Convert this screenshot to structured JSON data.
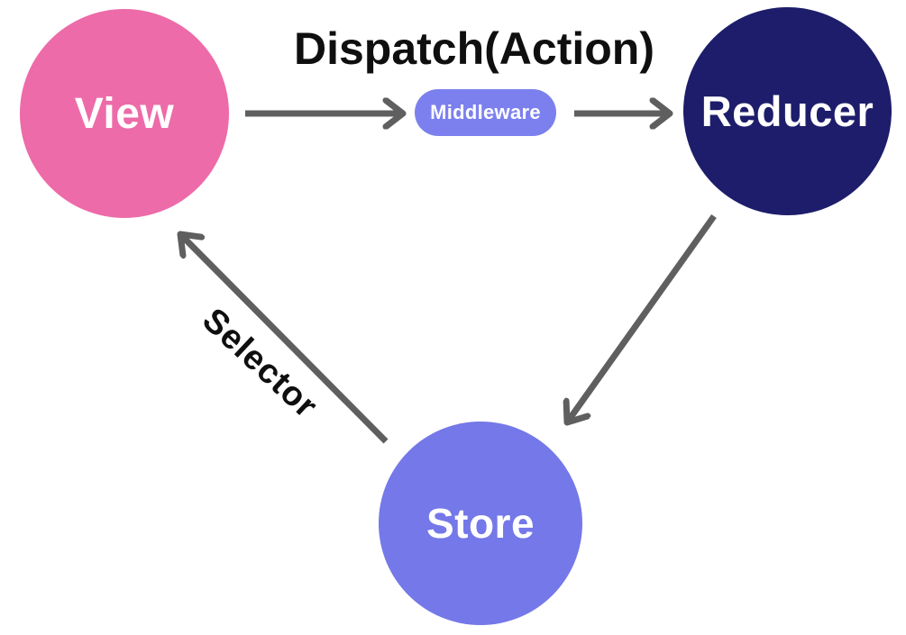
{
  "diagram": {
    "title": "Dispatch(Action)",
    "nodes": {
      "view": {
        "label": "View",
        "color": "#ED6BA8"
      },
      "reducer": {
        "label": "Reducer",
        "color": "#1D1D6B"
      },
      "store": {
        "label": "Store",
        "color": "#7478E8"
      },
      "middleware": {
        "label": "Middleware",
        "color": "#7C80EE"
      }
    },
    "edges": [
      {
        "from": "view",
        "to": "middleware",
        "label": "Dispatch(Action)"
      },
      {
        "from": "middleware",
        "to": "reducer",
        "label": ""
      },
      {
        "from": "reducer",
        "to": "store",
        "label": ""
      },
      {
        "from": "store",
        "to": "view",
        "label": "Selector"
      }
    ],
    "selector_label": "Selector",
    "colors": {
      "arrow": "#5F5F5F",
      "title_text": "#0F0F0F",
      "node_text": "#FFFFFF",
      "background": "#FFFFFF"
    }
  }
}
